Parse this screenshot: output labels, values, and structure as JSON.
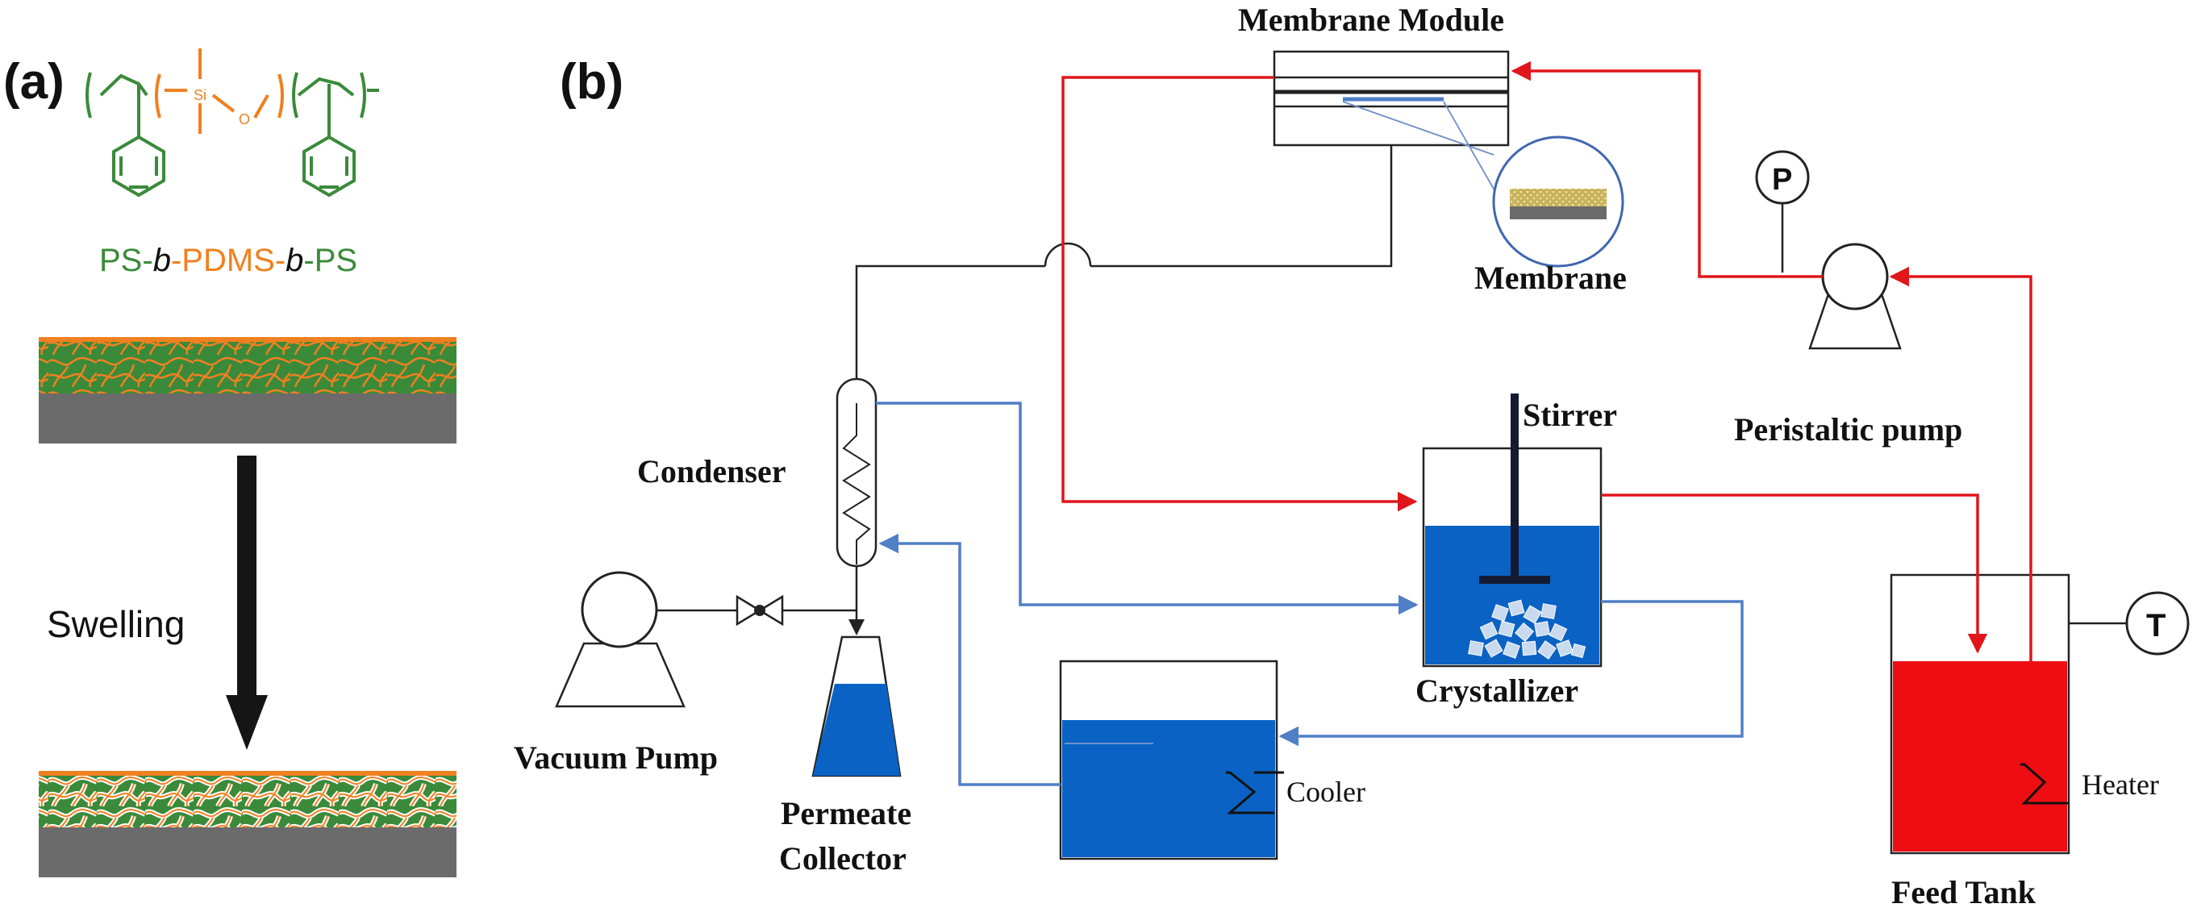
{
  "panels": {
    "a": "(a)",
    "b": "(b)"
  },
  "polymer": {
    "si_label": "Si",
    "o_label": "O",
    "name_parts": [
      "PS",
      "-",
      "b",
      "-",
      "PDMS",
      "-",
      "b",
      "-",
      "PS"
    ]
  },
  "process": {
    "swelling_label": "Swelling"
  },
  "labels": {
    "membrane_module": "Membrane Module",
    "membrane": "Membrane",
    "peristaltic_pump": "Peristaltic pump",
    "stirrer": "Stirrer",
    "condenser": "Condenser",
    "crystallizer": "Crystallizer",
    "vacuum_pump": "Vacuum Pump",
    "permeate_line1": "Permeate",
    "permeate_line2": "Collector",
    "cooler": "Cooler",
    "heater": "Heater",
    "feed_tank": "Feed Tank",
    "pressure_gauge": "P",
    "temperature_gauge": "T"
  },
  "colors": {
    "ps_green": "#3a8a3a",
    "pdms_orange": "#f08020",
    "substrate_gray": "#6b6b6b",
    "red_line": "#e0161b",
    "blue_line": "#4f7fc6",
    "water_blue": "#0a63c4",
    "feed_red": "#ee0d12"
  }
}
